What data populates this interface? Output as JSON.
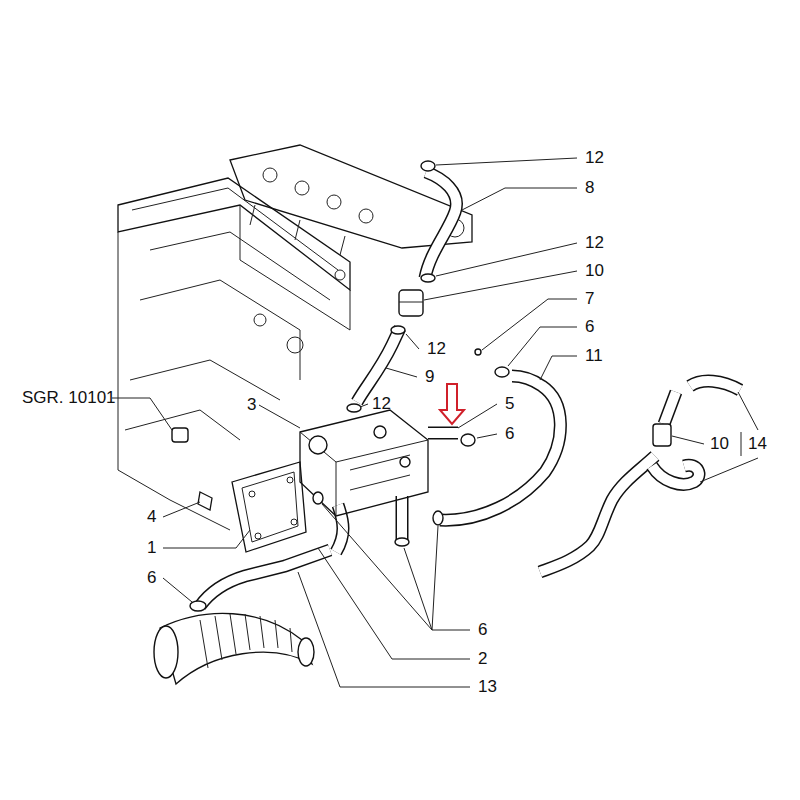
{
  "diagram": {
    "labels": [
      "12",
      "8",
      "12",
      "10",
      "7",
      "6",
      "12",
      "11",
      "9",
      "SGR. 10101",
      "3",
      "12",
      "5",
      "6",
      "10",
      "14",
      "4",
      "1",
      "6",
      "6",
      "2",
      "13"
    ]
  }
}
